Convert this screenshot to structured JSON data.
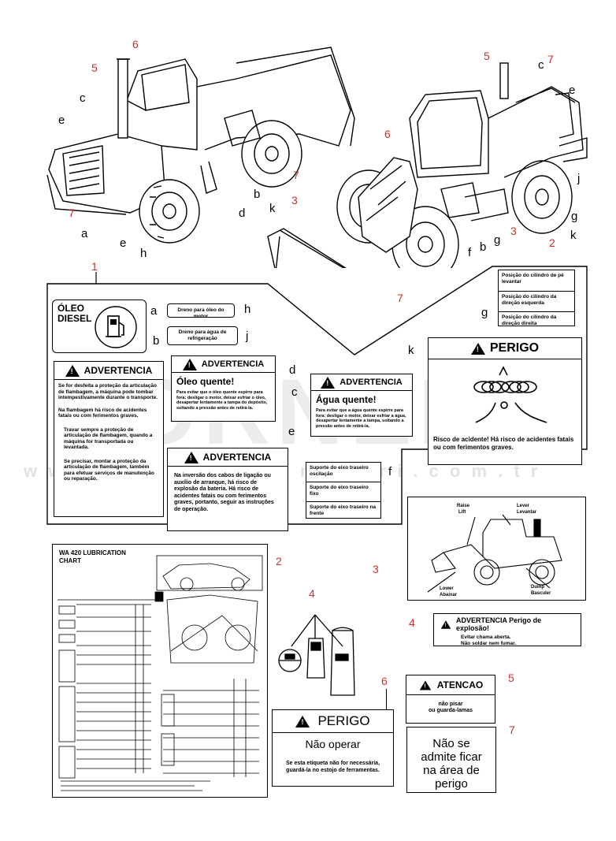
{
  "machine_labels": {
    "left": [
      "5",
      "6",
      "c",
      "e",
      "7",
      "a",
      "e",
      "h",
      "d",
      "b",
      "k",
      "3",
      "7"
    ],
    "right": [
      "5",
      "c",
      "7",
      "e",
      "6",
      "j",
      "g",
      "3",
      "k",
      "2",
      "f",
      "b",
      "g",
      "7"
    ]
  },
  "callouts": {
    "n1": "1",
    "a": "a",
    "h": "h",
    "b": "b",
    "j": "j",
    "g": "g",
    "k": "k",
    "d": "d",
    "c": "c",
    "e": "e",
    "f": "f",
    "n2": "2",
    "n3": "3",
    "n4a": "4",
    "n4b": "4",
    "n5": "5",
    "n6": "6",
    "n7": "7"
  },
  "decal_a": {
    "line1": "ÓLEO",
    "line2": "DIESEL"
  },
  "decal_h": "Dreno para óleo do motor",
  "decal_j": "Dreno para água de refrigeração",
  "decal_g": [
    "Posição do cilindro de pé levantar",
    "Posição do cilindro da direção esquerda",
    "Posição do cilindro da direção direita"
  ],
  "warning_left": {
    "header": "ADVERTENCIA",
    "p1": "Se for desfeita a proteção da articulação de flambagem, a máquina pode tombar intempestivamente durante o transporte.",
    "p2": "Na flambagem há risco de acidentes fatais ou com ferimentos graves.",
    "b1": "Travar sempre a proteção de articulação de flambagem, quando a máquina for transportada ou levantada.",
    "b2": "Se precisar, montar a proteção da articulação de flambagem, também para efetuar serviços de manutenção ou reparação."
  },
  "warning_d": {
    "header": "ADVERTENCIA",
    "title": "Óleo quente!",
    "body": "Para evitar que o óleo quente espirre para fora: desligar o motor, deixar esfriar o óleo, desapertar lentamente a tampa do depósito, soltando a pressão antes de retirá-la."
  },
  "warning_c": {
    "header": "ADVERTENCIA",
    "title": "Água quente!",
    "body": "Para evitar que a água quente espirre para fora: desligar o motor, deixar esfriar a água, desapertar lentamente a tampa, soltando a pressão antes de retirá-la."
  },
  "warning_e": {
    "header": "ADVERTENCIA",
    "body": "Na inversão dos cabos de ligação ou auxílio de arranque, há risco de explosão da bateria. Há risco de acidentes fatais ou com ferimentos graves, portanto, seguir as instruções de operação."
  },
  "decal_f": [
    "Suporte do eixo traseiro oscilação",
    "Suporte do eixo traseiro fixo",
    "Suporte do eixo traseiro na frente"
  ],
  "perigo_k": {
    "header": "PERIGO",
    "text": "Risco de acidente! Há risco de acidentes fatais ou com ferimentos graves."
  },
  "diagram3": {
    "raise": "Raise",
    "lift": "Lift",
    "lever": "Lever",
    "lever_pt": "Levantar",
    "lower": "Lower",
    "lower_pt": "Abaixar",
    "dump": "Dump",
    "dump_pt": "Basculer"
  },
  "lube": {
    "title": "WA 420 LUBRICATION CHART"
  },
  "explosion": {
    "header": "ADVERTENCIA Perigo de explosão!",
    "l1": "Evitar chama aberta.",
    "l2": "Não soldar nem fumar."
  },
  "atencao": {
    "header": "ATENCAO",
    "l1": "não pisar",
    "l2": "ou guarda-lamas"
  },
  "perigo6": {
    "header": "PERIGO",
    "sub": "Não operar",
    "body": "Se esta etiqueta não for necessária, guardá-la no estojo de ferramentas."
  },
  "notice7": {
    "text": "Não se admite ficar na área de perigo"
  },
  "watermark": {
    "big": "ORNEK",
    "small": "w w w . o r n e k m a k i n a l a r i . c o m . t r"
  },
  "colors": {
    "callout": "#c8312f",
    "line": "#000000"
  }
}
